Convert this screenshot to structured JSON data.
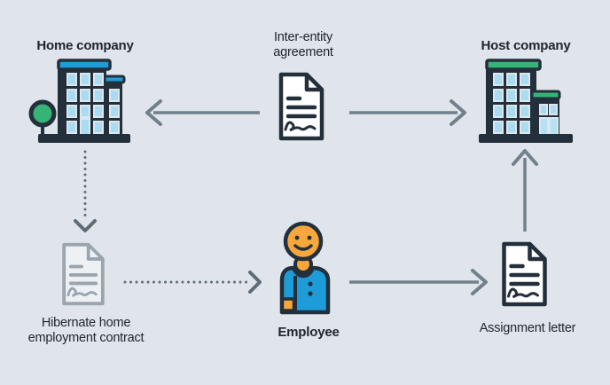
{
  "diagram": {
    "nodes": {
      "home_company": {
        "label": "Home company",
        "icon": "office-building-icon"
      },
      "host_company": {
        "label": "Host company",
        "icon": "office-building-icon"
      },
      "inter_entity_agreement": {
        "line1": "Inter-entity",
        "line2": "agreement",
        "icon": "signed-document-icon"
      },
      "hibernate_contract": {
        "line1": "Hibernate home",
        "line2": "employment contract",
        "icon": "signed-document-icon"
      },
      "employee": {
        "label": "Employee",
        "icon": "person-icon"
      },
      "assignment_letter": {
        "label": "Assignment letter",
        "icon": "signed-document-icon"
      }
    },
    "arrows": [
      {
        "from": "inter_entity_agreement",
        "to": "home_company",
        "style": "solid"
      },
      {
        "from": "inter_entity_agreement",
        "to": "host_company",
        "style": "solid"
      },
      {
        "from": "home_company",
        "to": "hibernate_contract",
        "style": "dotted"
      },
      {
        "from": "hibernate_contract",
        "to": "employee",
        "style": "dotted"
      },
      {
        "from": "employee",
        "to": "assignment_letter",
        "style": "solid"
      },
      {
        "from": "assignment_letter",
        "to": "host_company",
        "style": "solid"
      }
    ],
    "colors": {
      "background": "#dfe5ea",
      "outline": "#232f3b",
      "blue": "#1d9cd8",
      "light_blue": "#a9dbf1",
      "window_frame": "#dde6ed",
      "green": "#36b377",
      "orange": "#f7a73c",
      "document_gray": "#9aa5ae",
      "document_gray_fill": "#eef1f4",
      "arrow_solid": "#71808b",
      "arrow_dotted": "#5f6c77",
      "text": "#20262c"
    }
  }
}
